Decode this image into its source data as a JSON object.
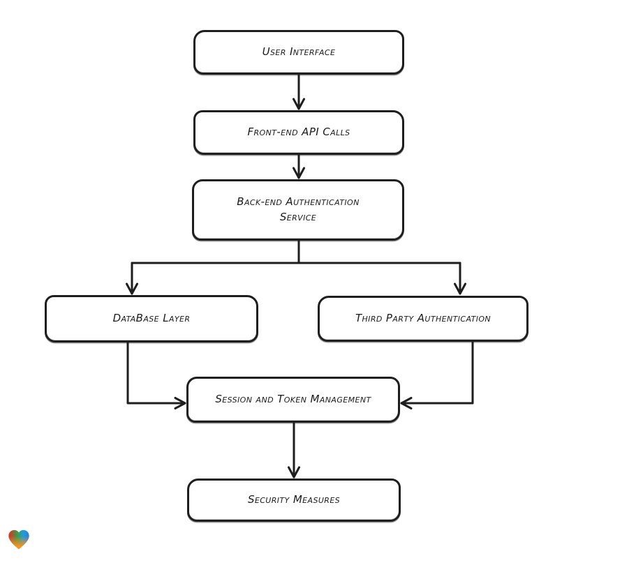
{
  "app": {
    "background_color": "#ffffff"
  },
  "diagram": {
    "type": "flowchart",
    "direction": "top-down",
    "style": "hand-drawn",
    "stroke_color": "#1e1e1e",
    "node_fill": "#ffffff",
    "text_color": "#1a1a1a",
    "nodes": [
      {
        "id": "user-interface",
        "label": "User Interface"
      },
      {
        "id": "front-end-api-calls",
        "label": "Front-end API Calls"
      },
      {
        "id": "back-end-authentication-service",
        "label": "Back-end Authentication Service"
      },
      {
        "id": "database-layer",
        "label": "DataBase Layer"
      },
      {
        "id": "third-party-authentication",
        "label": "Third Party Authentication"
      },
      {
        "id": "session-and-token-management",
        "label": "Session and Token Management"
      },
      {
        "id": "security-measures",
        "label": "Security Measures"
      }
    ],
    "edges": [
      {
        "from": "user-interface",
        "to": "front-end-api-calls"
      },
      {
        "from": "front-end-api-calls",
        "to": "back-end-authentication-service"
      },
      {
        "from": "back-end-authentication-service",
        "to": "database-layer"
      },
      {
        "from": "back-end-authentication-service",
        "to": "third-party-authentication"
      },
      {
        "from": "database-layer",
        "to": "session-and-token-management"
      },
      {
        "from": "third-party-authentication",
        "to": "session-and-token-management"
      },
      {
        "from": "session-and-token-management",
        "to": "security-measures"
      }
    ]
  },
  "branding": {
    "logo": "heart-logo",
    "logo_colors": {
      "red": "#e52b28",
      "green": "#3e9b45",
      "blue": "#1f9ed9",
      "orange": "#f7941d"
    }
  }
}
